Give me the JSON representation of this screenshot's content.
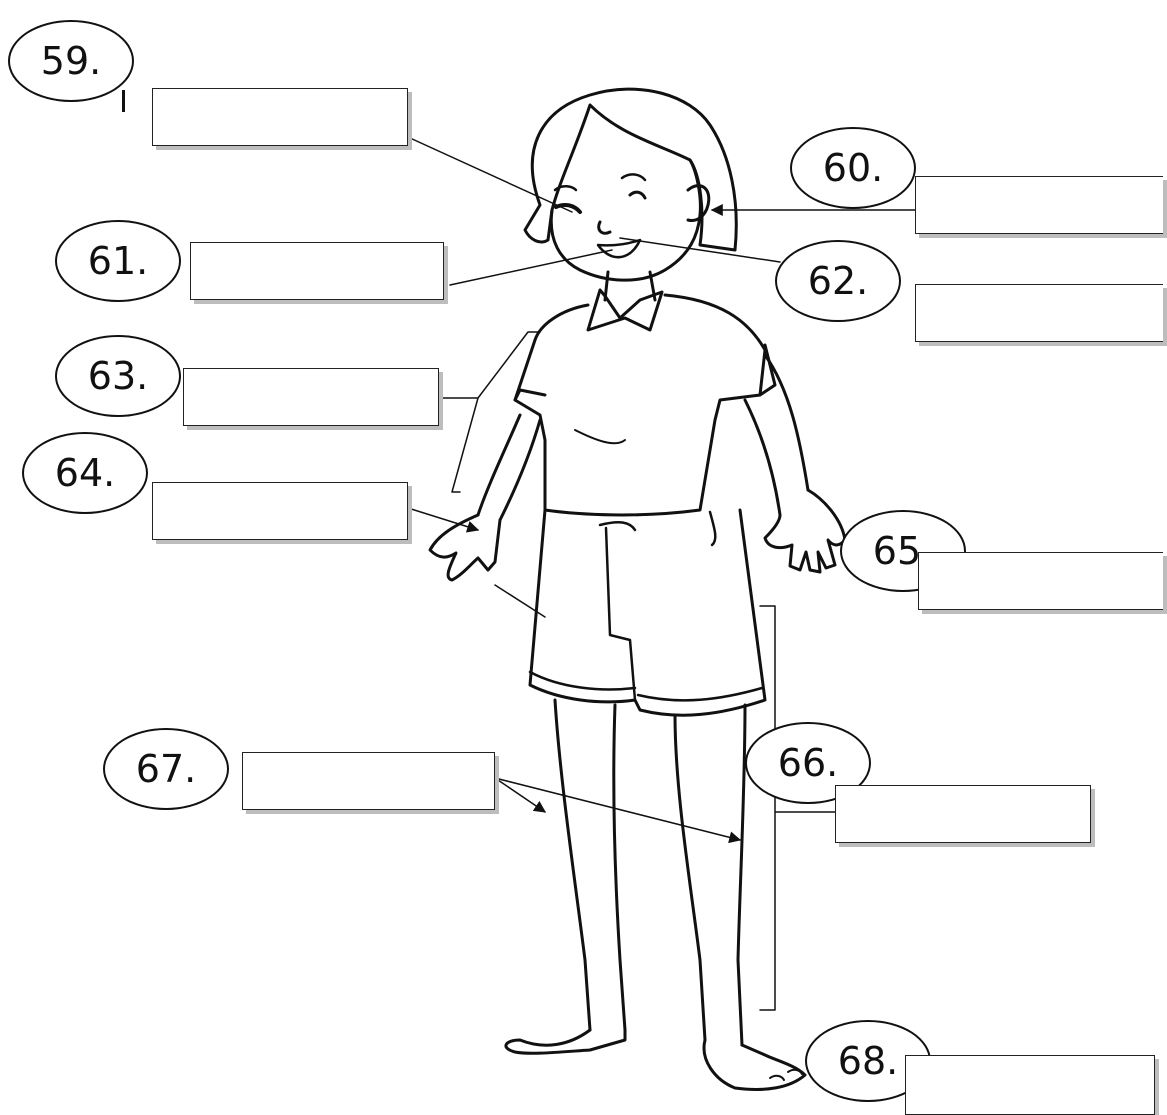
{
  "labels": [
    {
      "id": "59",
      "text": "59."
    },
    {
      "id": "60",
      "text": "60."
    },
    {
      "id": "61",
      "text": "61."
    },
    {
      "id": "62",
      "text": "62."
    },
    {
      "id": "63",
      "text": "63."
    },
    {
      "id": "64",
      "text": "64."
    },
    {
      "id": "65",
      "text": "65."
    },
    {
      "id": "66",
      "text": "66."
    },
    {
      "id": "67",
      "text": "67."
    },
    {
      "id": "68",
      "text": "68."
    }
  ],
  "answer_boxes": [
    {
      "for": "59",
      "value": ""
    },
    {
      "for": "60",
      "value": ""
    },
    {
      "for": "61",
      "value": ""
    },
    {
      "for": "62",
      "value": ""
    },
    {
      "for": "63",
      "value": ""
    },
    {
      "for": "64",
      "value": ""
    },
    {
      "for": "65",
      "value": ""
    },
    {
      "for": "66",
      "value": ""
    },
    {
      "for": "67",
      "value": ""
    },
    {
      "for": "68",
      "value": ""
    }
  ]
}
